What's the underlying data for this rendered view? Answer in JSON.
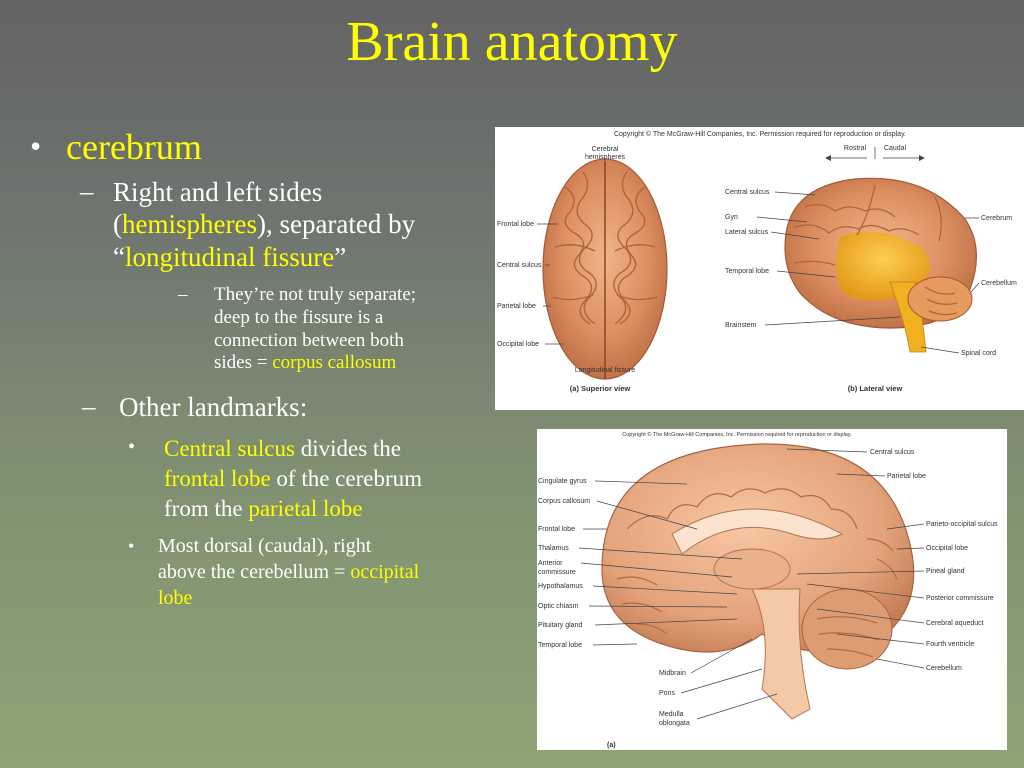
{
  "slide": {
    "title": "Brain anatomy",
    "accent_color": "#ffff00",
    "text_color": "#ffffff",
    "bullets": {
      "l1_marker": "•",
      "l1_text": "cerebrum",
      "dash": "–",
      "l2a": {
        "t1": "Right and left sides",
        "t2": "(",
        "t3": "hemispheres",
        "t4": "), separated by",
        "t5": "“",
        "t6": "longitudinal fissure",
        "t7": "”"
      },
      "l3a": {
        "t1": "They’re not truly separate;",
        "t2": "deep to the fissure is a",
        "t3": "connection between both",
        "t4": "sides = ",
        "t5": "corpus callosum"
      },
      "l2b": "Other landmarks:",
      "l3b": {
        "t1": "Central sulcus",
        "t2": " divides the",
        "t3": "frontal lobe",
        "t4": " of the cerebrum",
        "t5": "from the ",
        "t6": "parietal lobe"
      },
      "l3c": {
        "t1": "Most dorsal (caudal), right",
        "t2": "above the cerebellum = ",
        "t3": "occipital",
        "t4": "lobe"
      }
    }
  },
  "figure_top": {
    "copyright": "Copyright © The McGraw-Hill Companies, Inc. Permission required for reproduction or display.",
    "superior": {
      "labels": [
        "Cerebral",
        "hemispheres",
        "Frontal lobe",
        "Central sulcus",
        "Parietal lobe",
        "Occipital lobe",
        "Longitudinal fissure"
      ],
      "caption": "(a) Superior view"
    },
    "lateral": {
      "rostral": "Rostral",
      "caudal": "Caudal",
      "labels": [
        "Central sulcus",
        "Gyri",
        "Lateral sulcus",
        "Temporal lobe",
        "Brainstem",
        "Cerebrum",
        "Cerebellum",
        "Spinal cord"
      ],
      "caption": "(b) Lateral view"
    }
  },
  "figure_bottom": {
    "copyright": "Copyright © The McGraw-Hill Companies, Inc. Permission required for reproduction or display.",
    "left_labels": [
      "Cingulate gyrus",
      "Corpus callosum",
      "Frontal lobe",
      "Thalamus",
      "Anterior",
      "commissure",
      "Hypothalamus",
      "Optic chiasm",
      "Pituitary gland",
      "Temporal lobe"
    ],
    "right_labels": [
      "Central sulcus",
      "Parietal lobe",
      "Parieto-occipital sulcus",
      "Occipital lobe",
      "Pineal gland",
      "Posterior commissure",
      "Cerebral aqueduct",
      "Fourth ventricle",
      "Cerebellum"
    ],
    "bottom_labels": [
      "Midbrain",
      "Pons",
      "Medulla",
      "oblongata"
    ],
    "caption": "(a)"
  }
}
